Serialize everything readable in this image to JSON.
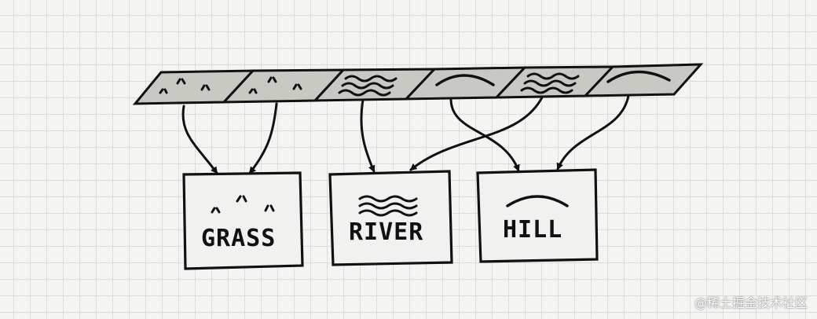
{
  "tiles": [
    "grass",
    "grass",
    "river",
    "hill",
    "river",
    "hill"
  ],
  "types": [
    {
      "id": "grass",
      "label": "GRASS"
    },
    {
      "id": "river",
      "label": "RIVER"
    },
    {
      "id": "hill",
      "label": "HILL"
    }
  ],
  "watermark": "@稀土掘金技术社区"
}
